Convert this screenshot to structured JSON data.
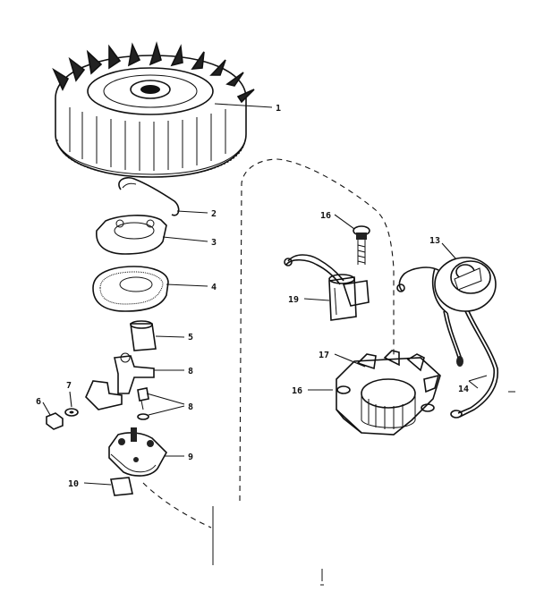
{
  "callouts": {
    "c1": "1",
    "c2": "2",
    "c3": "3",
    "c4": "4",
    "c5": "5",
    "c6": "6",
    "c7": "7",
    "c8": "8",
    "c9": "8",
    "c10": "9",
    "c11": "10",
    "c12": "13",
    "c13": "14",
    "c14": "16",
    "c15": "16",
    "c16": "17",
    "c17": "19"
  },
  "colors": {
    "ink": "#111111",
    "paper": "#ffffff"
  }
}
